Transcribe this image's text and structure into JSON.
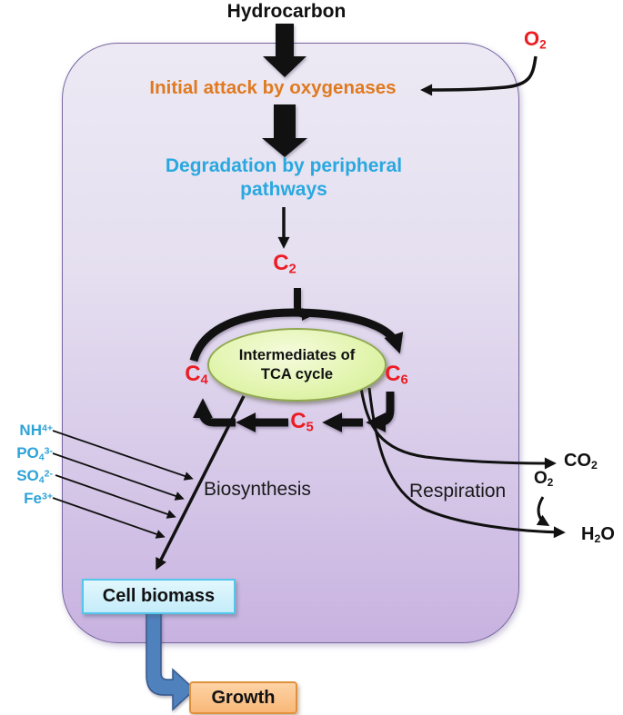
{
  "title": "Hydrocarbon degradation pathway diagram",
  "labels": {
    "hydrocarbon": "Hydrocarbon",
    "initial_attack": "Initial attack by oxygenases",
    "degradation": "Degradation by peripheral pathways",
    "tca": "Intermediates of TCA cycle",
    "biosynthesis": "Biosynthesis",
    "respiration": "Respiration",
    "cell_biomass": "Cell biomass",
    "growth": "Growth"
  },
  "formulas": {
    "o2_top": {
      "base": "O",
      "sub": "2"
    },
    "o2_right": {
      "base": "O",
      "sub": "2"
    },
    "co2": {
      "base": "CO",
      "sub": "2"
    },
    "h2o": {
      "base": "H",
      "sub": "2",
      "base2": "O"
    },
    "c2": {
      "base": "C",
      "sub": "2"
    },
    "c4": {
      "base": "C",
      "sub": "4"
    },
    "c5": {
      "base": "C",
      "sub": "5"
    },
    "c6": {
      "base": "C",
      "sub": "6"
    }
  },
  "ions": [
    {
      "base": "NH",
      "sup": "4+"
    },
    {
      "base": "PO",
      "sub": "4",
      "sup": "3-"
    },
    {
      "base": "SO",
      "sub": "4",
      "sup": "2-"
    },
    {
      "base": "Fe",
      "sup": "3+"
    }
  ],
  "colors": {
    "membrane_top": "#ECE9F4",
    "membrane_bottom": "#C8B2E0",
    "membrane_border": "#77669F",
    "ellipse_green": "#D2EC92",
    "ellipse_border": "#8FA84E",
    "orange_text": "#E0791F",
    "blue_text": "#29A8DF",
    "ion_cyan": "#2EA3D8",
    "red": "#EC1C24",
    "biomass_box_fill": "#C4ECFA",
    "biomass_box_border": "#53C6EC",
    "growth_box_fill": "#F9B878",
    "growth_box_border": "#E0913C",
    "blue_arrow": "#4F81BD",
    "blue_arrow_border": "#36598C",
    "arrow_black": "#111111"
  }
}
